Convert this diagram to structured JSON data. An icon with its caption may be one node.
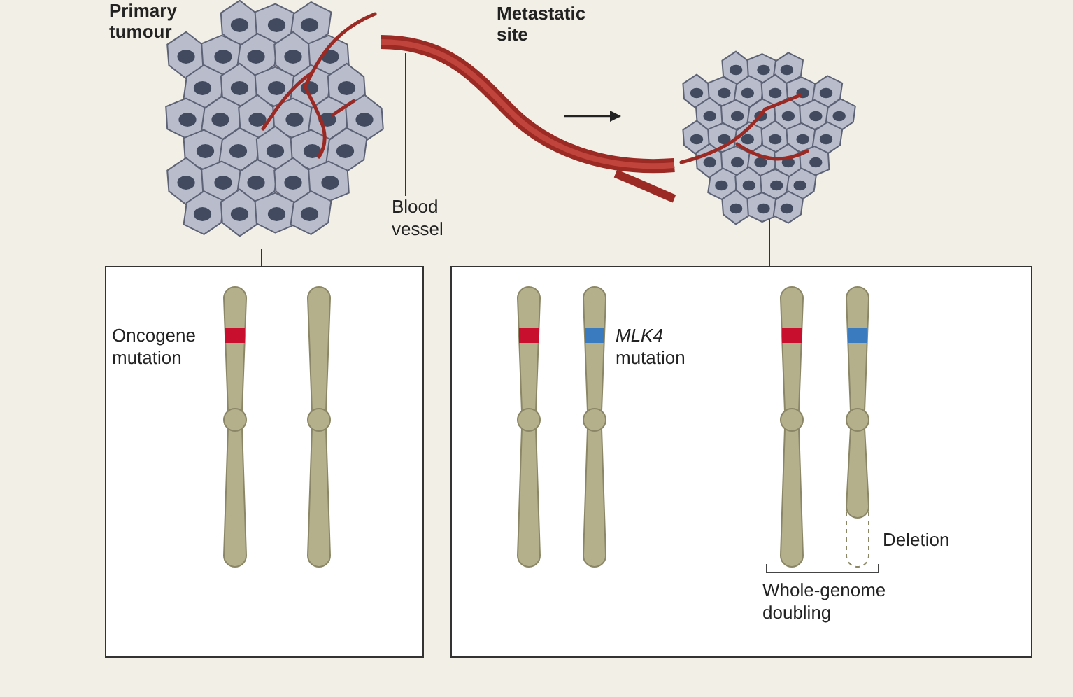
{
  "diagram": {
    "nodes": [
      {
        "text": [
          "Primary tumour"
        ]
      },
      {
        "text": [],
        "shape": "picture"
      },
      {
        "text": [
          "Blood vessel"
        ]
      },
      {
        "text": [
          "Metastatic site"
        ]
      },
      {
        "text": [],
        "shape": "box"
      },
      {
        "text": [],
        "shape": "box"
      }
    ],
    "edges": [
      {
        "from": 0,
        "to": 4,
        "arrow": "none"
      },
      {
        "from": 3,
        "to": 5,
        "arrow": "none"
      },
      {
        "from": 2,
        "to": 1,
        "arrow": "none"
      }
    ],
    "labels": [
      "Oncogene mutation",
      "*MLK4* mutation",
      "Deletion",
      "Whole-genome doubling"
    ]
  }
}
